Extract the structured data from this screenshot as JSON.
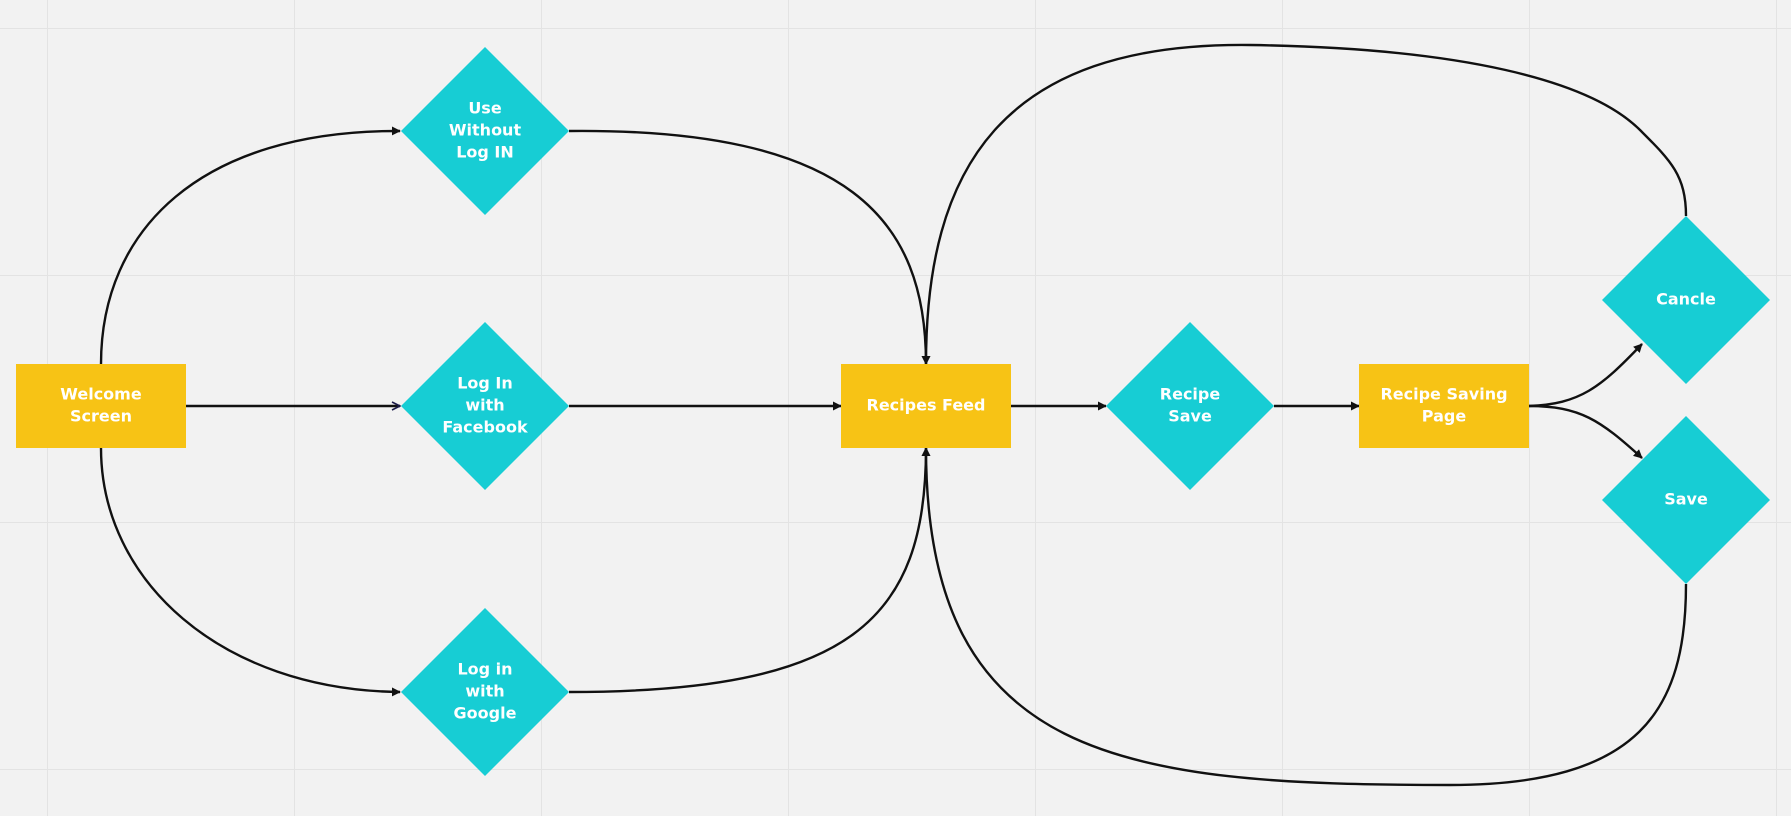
{
  "colors": {
    "process": "#f7c315",
    "decision": "#17cdd4",
    "edge": "#111111",
    "edge_highlight": "#1b1a4a",
    "text": "#ffffff"
  },
  "nodes": [
    {
      "id": "welcome",
      "shape": "rect",
      "lines": [
        "Welcome",
        "Screen"
      ]
    },
    {
      "id": "use-without-login",
      "shape": "diamond",
      "lines": [
        "Use",
        "Without",
        "Log IN"
      ]
    },
    {
      "id": "login-facebook",
      "shape": "diamond",
      "lines": [
        "Log In",
        "with",
        "Facebook"
      ]
    },
    {
      "id": "login-google",
      "shape": "diamond",
      "lines": [
        "Log in",
        "with",
        "Google"
      ]
    },
    {
      "id": "recipes-feed",
      "shape": "rect",
      "lines": [
        "Recipes Feed"
      ]
    },
    {
      "id": "recipe-save",
      "shape": "diamond",
      "lines": [
        "Recipe",
        "Save"
      ]
    },
    {
      "id": "recipe-saving-page",
      "shape": "rect",
      "lines": [
        "Recipe Saving",
        "Page"
      ]
    },
    {
      "id": "cancle",
      "shape": "diamond",
      "lines": [
        "Cancle"
      ]
    },
    {
      "id": "save",
      "shape": "diamond",
      "lines": [
        "Save"
      ]
    }
  ],
  "edges": [
    {
      "from": "welcome",
      "to": "use-without-login"
    },
    {
      "from": "welcome",
      "to": "login-facebook"
    },
    {
      "from": "welcome",
      "to": "login-google"
    },
    {
      "from": "use-without-login",
      "to": "recipes-feed"
    },
    {
      "from": "login-facebook",
      "to": "recipes-feed"
    },
    {
      "from": "login-google",
      "to": "recipes-feed"
    },
    {
      "from": "recipes-feed",
      "to": "recipe-save"
    },
    {
      "from": "recipe-save",
      "to": "recipe-saving-page"
    },
    {
      "from": "recipe-saving-page",
      "to": "cancle"
    },
    {
      "from": "recipe-saving-page",
      "to": "save"
    },
    {
      "from": "cancle",
      "to": "recipes-feed"
    },
    {
      "from": "save",
      "to": "recipes-feed"
    }
  ]
}
